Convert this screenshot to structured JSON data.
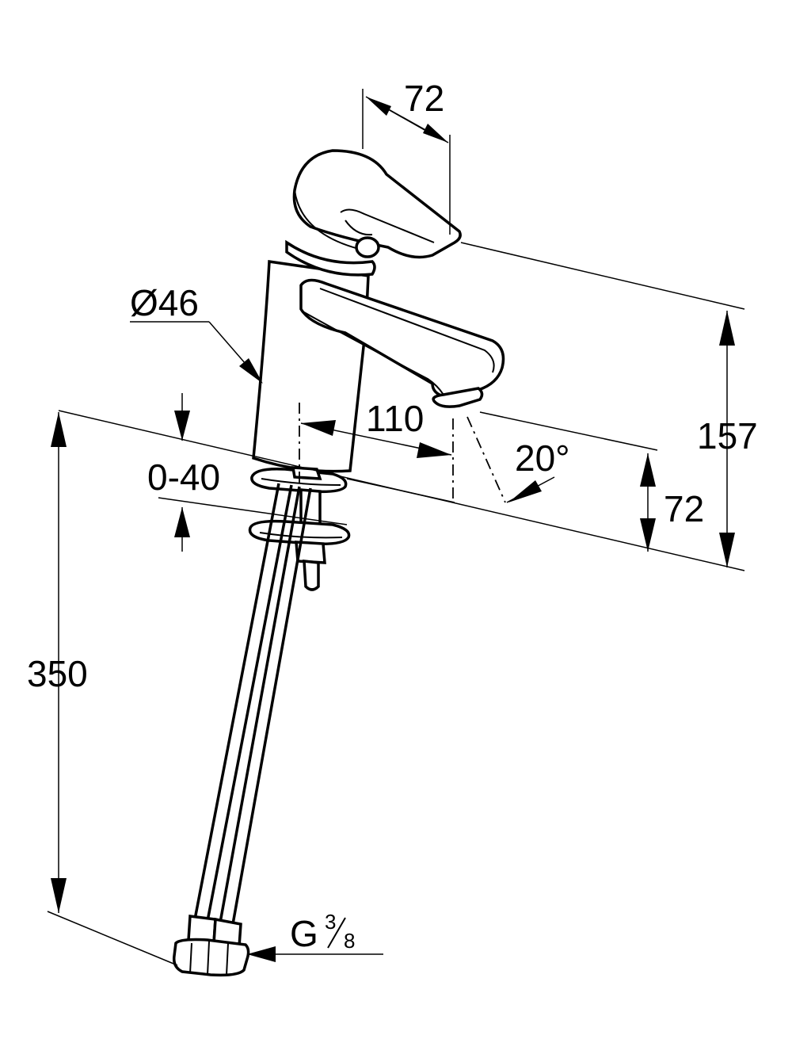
{
  "dimensions": {
    "lever_width": "72",
    "body_diameter": "Ø46",
    "total_height": "157",
    "spout_reach": "110",
    "spout_angle": "20°",
    "spout_height": "72",
    "counter_thickness": "0-40",
    "hose_length": "350",
    "thread_main": "G",
    "thread_num": "3",
    "thread_den": "8"
  },
  "colors": {
    "line": "#000000",
    "background": "#ffffff"
  }
}
